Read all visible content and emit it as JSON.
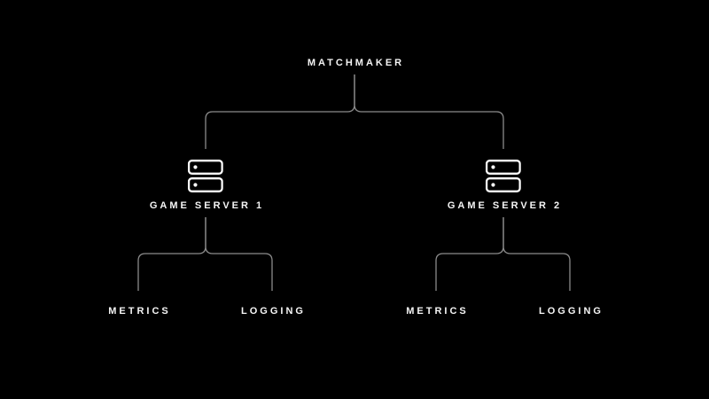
{
  "diagram": {
    "background_color": "#000000",
    "line_color": "#8b8b8b",
    "text_color": "#f5f5f5",
    "icon_color": "#ffffff",
    "root": {
      "label": "MATCHMAKER"
    },
    "servers": [
      {
        "label": "GAME SERVER 1",
        "icon": "server-icon",
        "children": [
          {
            "label": "METRICS"
          },
          {
            "label": "LOGGING"
          }
        ]
      },
      {
        "label": "GAME SERVER 2",
        "icon": "server-icon",
        "children": [
          {
            "label": "METRICS"
          },
          {
            "label": "LOGGING"
          }
        ]
      }
    ]
  }
}
